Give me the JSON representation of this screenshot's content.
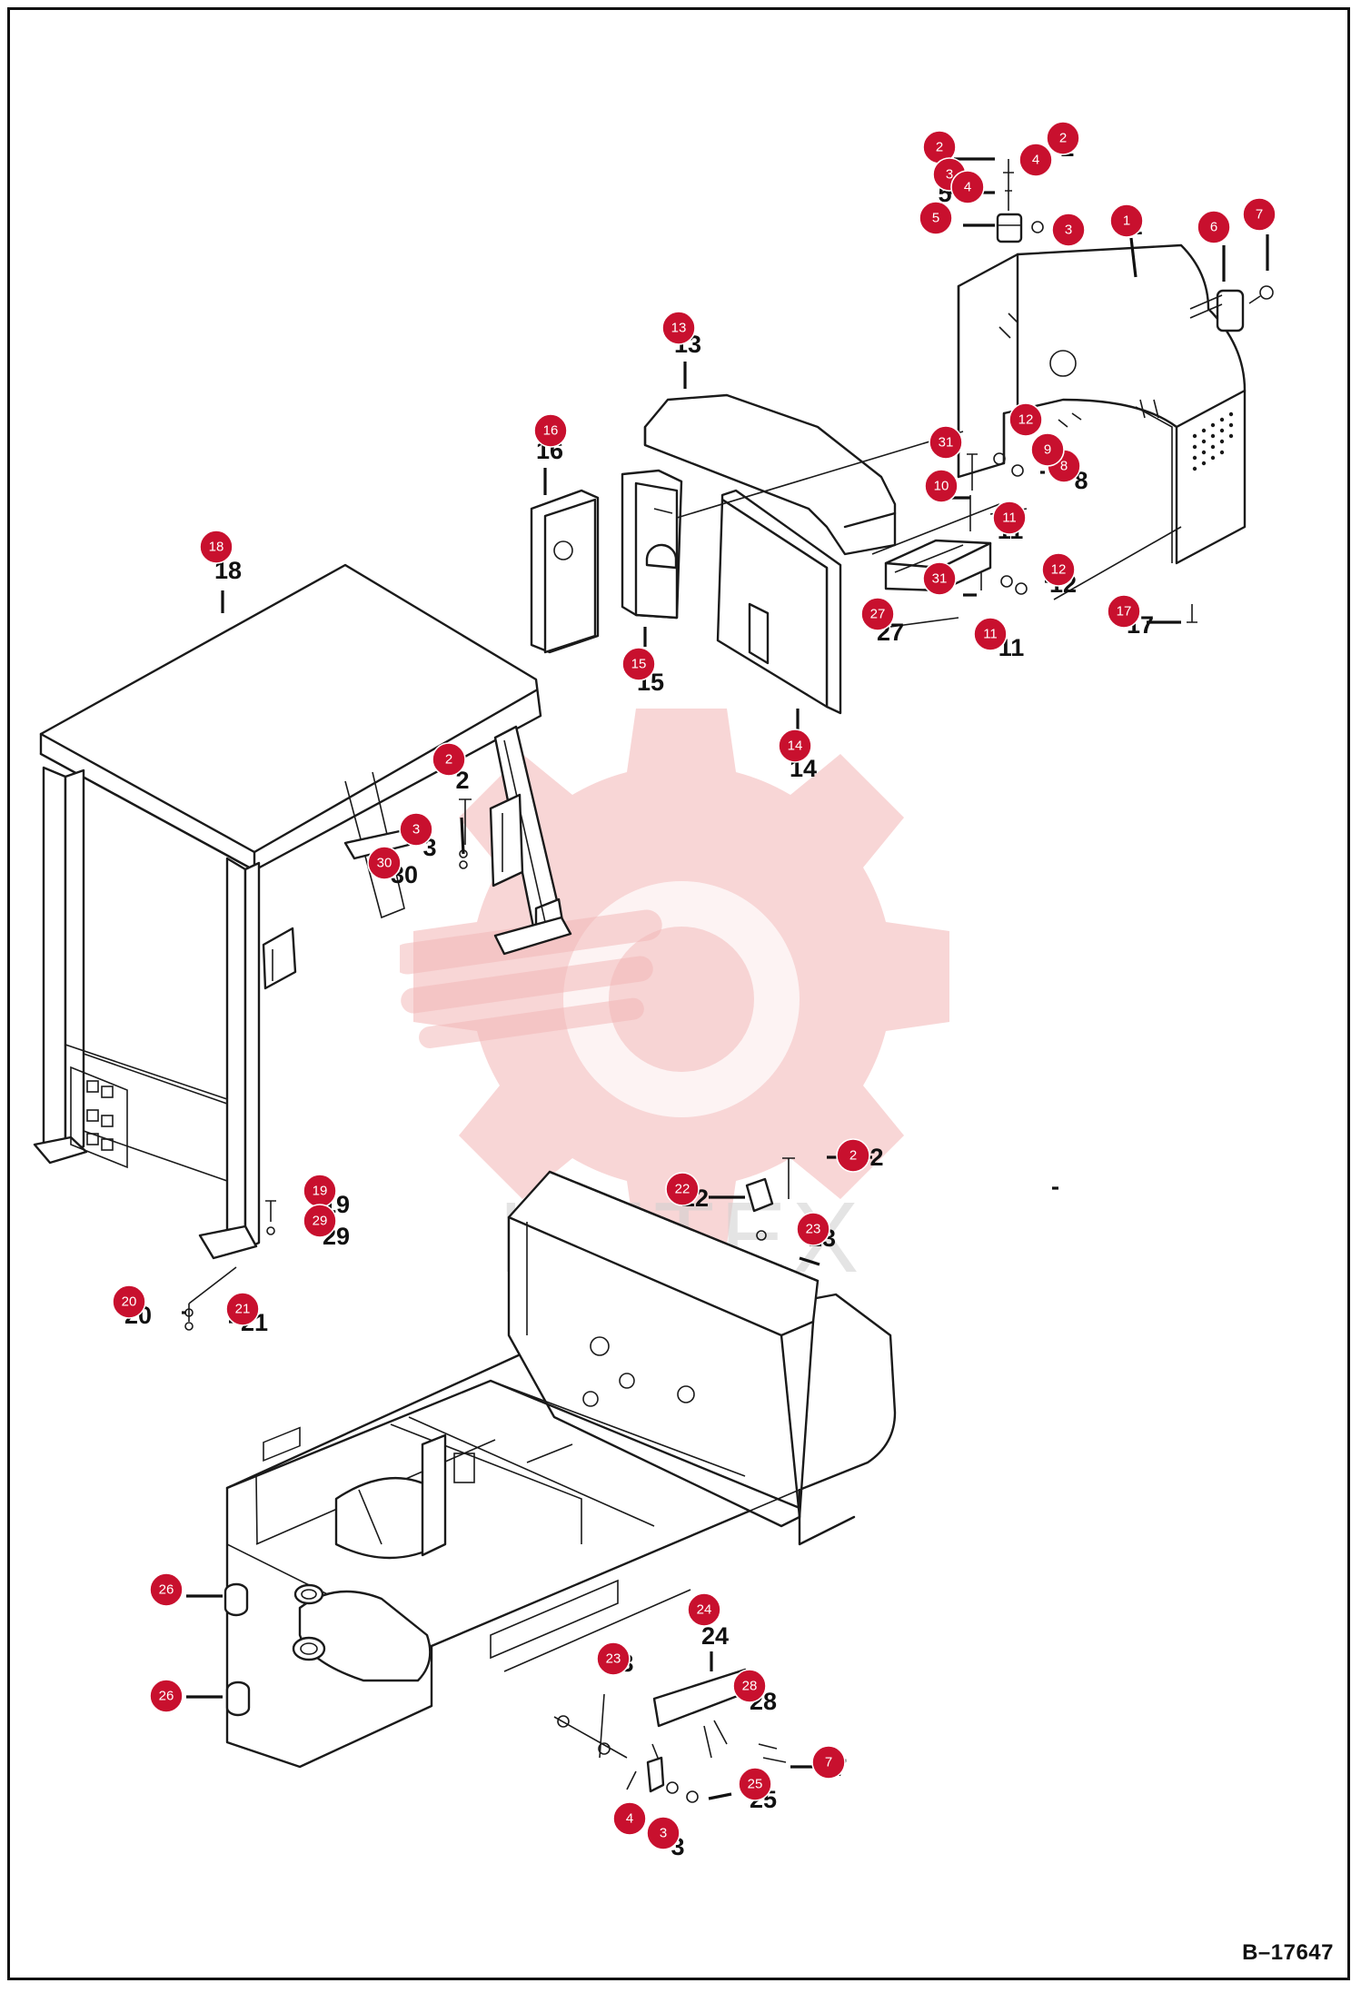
{
  "drawing_number": "B–17647",
  "watermark_text": "ИНТЕХ",
  "watermark_color": "#f2b5b5",
  "callout_color": "#c8102e",
  "callouts": [
    {
      "label": "1"
    },
    {
      "label": "2"
    },
    {
      "label": "2"
    },
    {
      "label": "2"
    },
    {
      "label": "2"
    },
    {
      "label": "3"
    },
    {
      "label": "3"
    },
    {
      "label": "3"
    },
    {
      "label": "3"
    },
    {
      "label": "4"
    },
    {
      "label": "4"
    },
    {
      "label": "4"
    },
    {
      "label": "5"
    },
    {
      "label": "6"
    },
    {
      "label": "7"
    },
    {
      "label": "7"
    },
    {
      "label": "8"
    },
    {
      "label": "9"
    },
    {
      "label": "10"
    },
    {
      "label": "11"
    },
    {
      "label": "11"
    },
    {
      "label": "12"
    },
    {
      "label": "12"
    },
    {
      "label": "13"
    },
    {
      "label": "14"
    },
    {
      "label": "15"
    },
    {
      "label": "16"
    },
    {
      "label": "17"
    },
    {
      "label": "18"
    },
    {
      "label": "19"
    },
    {
      "label": "20"
    },
    {
      "label": "21"
    },
    {
      "label": "22"
    },
    {
      "label": "23"
    },
    {
      "label": "23"
    },
    {
      "label": "24"
    },
    {
      "label": "25"
    },
    {
      "label": "26"
    },
    {
      "label": "26"
    },
    {
      "label": "27"
    },
    {
      "label": "28"
    },
    {
      "label": "29"
    },
    {
      "label": "30"
    },
    {
      "label": "31"
    },
    {
      "label": "31"
    }
  ]
}
